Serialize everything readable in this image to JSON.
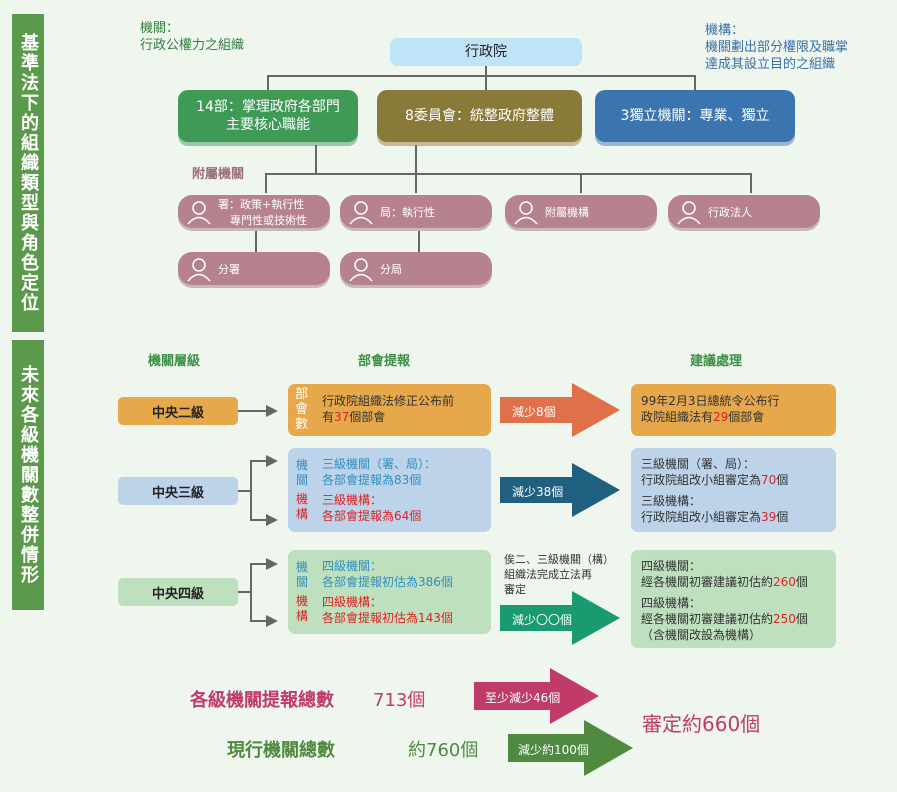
{
  "side": {
    "top": "基準法下的組織類型與角色定位",
    "bottom": "未來各級機關數整併情形"
  },
  "notes": {
    "agency_left": [
      "機關：",
      "行政公權力之組織"
    ],
    "agency_right": [
      "機構：",
      "機關劃出部分權限及職掌",
      "達成其設立目的之組織"
    ]
  },
  "org": {
    "root": "行政院",
    "children": [
      {
        "lines": [
          "14部：掌理政府各部門",
          "主要核心職能"
        ],
        "color": "#3f9a56"
      },
      {
        "lines": [
          "8委員會：統整政府整體"
        ],
        "color": "#8a7a3a"
      },
      {
        "lines": [
          "3獨立機關：專業、獨立"
        ],
        "color": "#3b75b0"
      }
    ],
    "attached_label": "附屬機關",
    "row1": [
      {
        "lines": [
          "署：政策+執行性",
          "專門性或技術性"
        ]
      },
      {
        "lines": [
          "局：執行性"
        ]
      },
      {
        "lines": [
          "附屬機構"
        ]
      },
      {
        "lines": [
          "行政法人"
        ]
      }
    ],
    "row2": [
      {
        "lines": [
          "分署"
        ]
      },
      {
        "lines": [
          "分局"
        ]
      }
    ]
  },
  "table_headers": {
    "level": "機關層級",
    "proposal": "部會提報",
    "result": "建議處理"
  },
  "rows": [
    {
      "level": "中央二級",
      "level_color": "#e6a84a",
      "proposal_tag": "部會數",
      "proposal_text": [
        "行政院組織法修正公布前",
        "有",
        "37",
        "個部會"
      ],
      "arrow": "減少8個",
      "arrow_color": "#e0704a",
      "result": [
        "99年2月3日總統令公布行",
        "政院組織法有",
        "29",
        "個部會"
      ]
    },
    {
      "level": "中央三級",
      "level_color": "#bcd3ea",
      "tag1": "機關",
      "tag2": "機構",
      "p1": [
        "三級機關（署、局）：",
        "各部會提報為",
        "83",
        "個"
      ],
      "p2": [
        "三級機構：",
        "各部會提報為",
        "64",
        "個"
      ],
      "arrow": "減少38個",
      "arrow_color": "#1f5f80",
      "r1": [
        "三級機關（署、局）：",
        "行政院組改小組審定為",
        "70",
        "個"
      ],
      "r2": [
        "三級機構：",
        "行政院組改小組審定為",
        "39",
        "個"
      ]
    },
    {
      "level": "中央四級",
      "level_color": "#bfe0bf",
      "tag1": "機關",
      "tag2": "機構",
      "p1": [
        "四級機關：",
        "各部會提報初估為",
        "386",
        "個"
      ],
      "p2": [
        "四級機構：",
        "各部會提報初估為",
        "143",
        "個"
      ],
      "note": [
        "俟二、三級機關（構）",
        "組織法完成立法再",
        "審定"
      ],
      "arrow": "減少〇〇個",
      "arrow_color": "#1a9a70",
      "r1": [
        "四級機關：",
        "經各機關初審建議初估約",
        "260",
        "個"
      ],
      "r2": [
        "四級機構：",
        "經各機關初審建議初估約",
        "250",
        "個"
      ],
      "r3": "（含機關改設為機構）"
    }
  ],
  "totals": {
    "reported_label": "各級機關提報總數",
    "reported_value": "713個",
    "current_label": "現行機關總數",
    "current_value": "約760個",
    "arrow1": "至少減少46個",
    "arrow2": "減少約100個",
    "final": "審定約660個",
    "colors": {
      "reported": "#c03a6a",
      "current": "#4f8a40"
    }
  }
}
